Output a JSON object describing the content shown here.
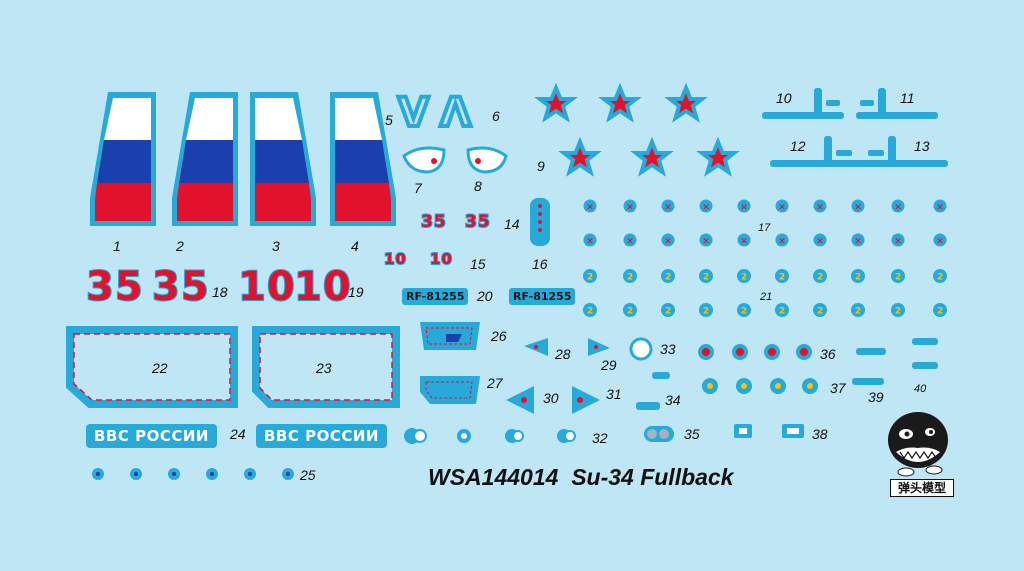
{
  "sheet": {
    "title": "WSA144014  Su-34 Fullback",
    "brand_text": "弹头模型",
    "colors": {
      "background": "#bfe6f4",
      "decal_blue": "#27a9d9",
      "red": "#e3122c",
      "white": "#ffffff",
      "flag_blue": "#1c3fae"
    }
  },
  "labels": {
    "n1": "1",
    "n2": "2",
    "n3": "3",
    "n4": "4",
    "n5": "5",
    "n6": "6",
    "n7": "7",
    "n8": "8",
    "n9": "9",
    "n10": "10",
    "n11": "11",
    "n12": "12",
    "n13": "13",
    "n14": "14",
    "n15": "15",
    "n16": "16",
    "n17": "17",
    "n18": "18",
    "n19": "19",
    "n20": "20",
    "n21": "21",
    "n22": "22",
    "n23": "23",
    "n24": "24",
    "n25": "25",
    "n26": "26",
    "n27": "27",
    "n28": "28",
    "n29": "29",
    "n30": "30",
    "n31": "31",
    "n32": "32",
    "n33": "33",
    "n34": "34",
    "n35": "35",
    "n36": "36",
    "n37": "37",
    "n38": "38",
    "n39": "39",
    "n40": "40"
  },
  "decals": {
    "bort_large": [
      "35",
      "35",
      "10",
      "10"
    ],
    "bort_small": [
      "35",
      "35",
      "10",
      "10"
    ],
    "registration": [
      "RF-81255",
      "RF-81255"
    ],
    "vvs_text": [
      "ВВС РОССИИ",
      "ВВС РОССИИ"
    ],
    "letters_v": "V",
    "letters_lambda": "Λ",
    "grid_glyph_2": "2"
  }
}
